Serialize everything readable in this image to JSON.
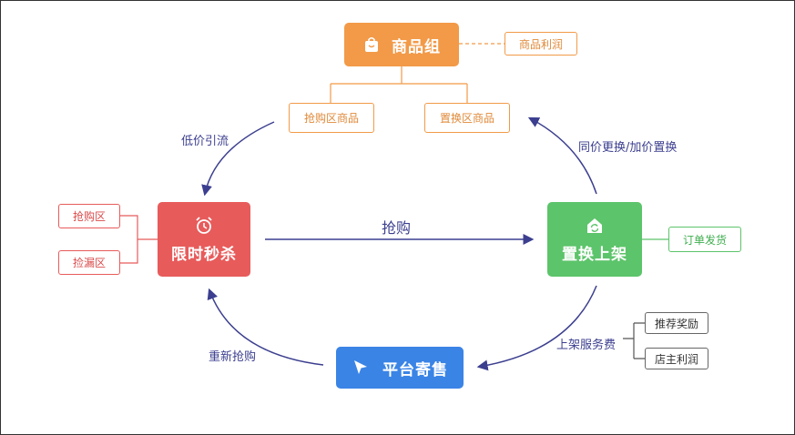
{
  "top": {
    "title": "商品组",
    "profit_tag": "商品利润",
    "sub_left": "抢购区商品",
    "sub_right": "置换区商品"
  },
  "left": {
    "title": "限时秒杀",
    "tag1": "抢购区",
    "tag2": "捡漏区"
  },
  "right": {
    "title": "置换上架",
    "tag": "订单发货"
  },
  "bottom": {
    "title": "平台寄售"
  },
  "fee": {
    "tag1": "推荐奖励",
    "tag2": "店主利润"
  },
  "arrows": {
    "top_left": "低价引流",
    "center": "抢购",
    "top_right": "同价更换/加价置换",
    "bottom_right": "上架服务费",
    "bottom_left": "重新抢购"
  },
  "colors": {
    "orange": "#f29a48",
    "red": "#e85b5b",
    "green": "#5cc46a",
    "blue": "#3a84e6",
    "arrow": "#3c3f8f"
  }
}
